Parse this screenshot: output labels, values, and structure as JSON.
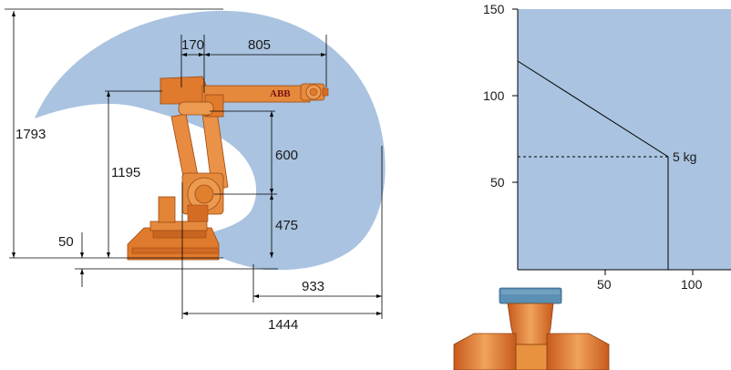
{
  "dimensions": {
    "d170": "170",
    "d805": "805",
    "d1793": "1793",
    "d1195": "1195",
    "d600": "600",
    "d475": "475",
    "d50": "50",
    "d933": "933",
    "d1444": "1444"
  },
  "robot": {
    "brand": "ABB"
  },
  "load_chart": {
    "y_ticks": [
      "150",
      "100",
      "50"
    ],
    "x_ticks": [
      "50",
      "100"
    ],
    "load_label": "5 kg"
  },
  "colors": {
    "work_envelope": "#a9c3e0",
    "robot_orange": "#e07a2c",
    "robot_dark": "#b0551a",
    "tool_flange": "#5b8fb3"
  }
}
